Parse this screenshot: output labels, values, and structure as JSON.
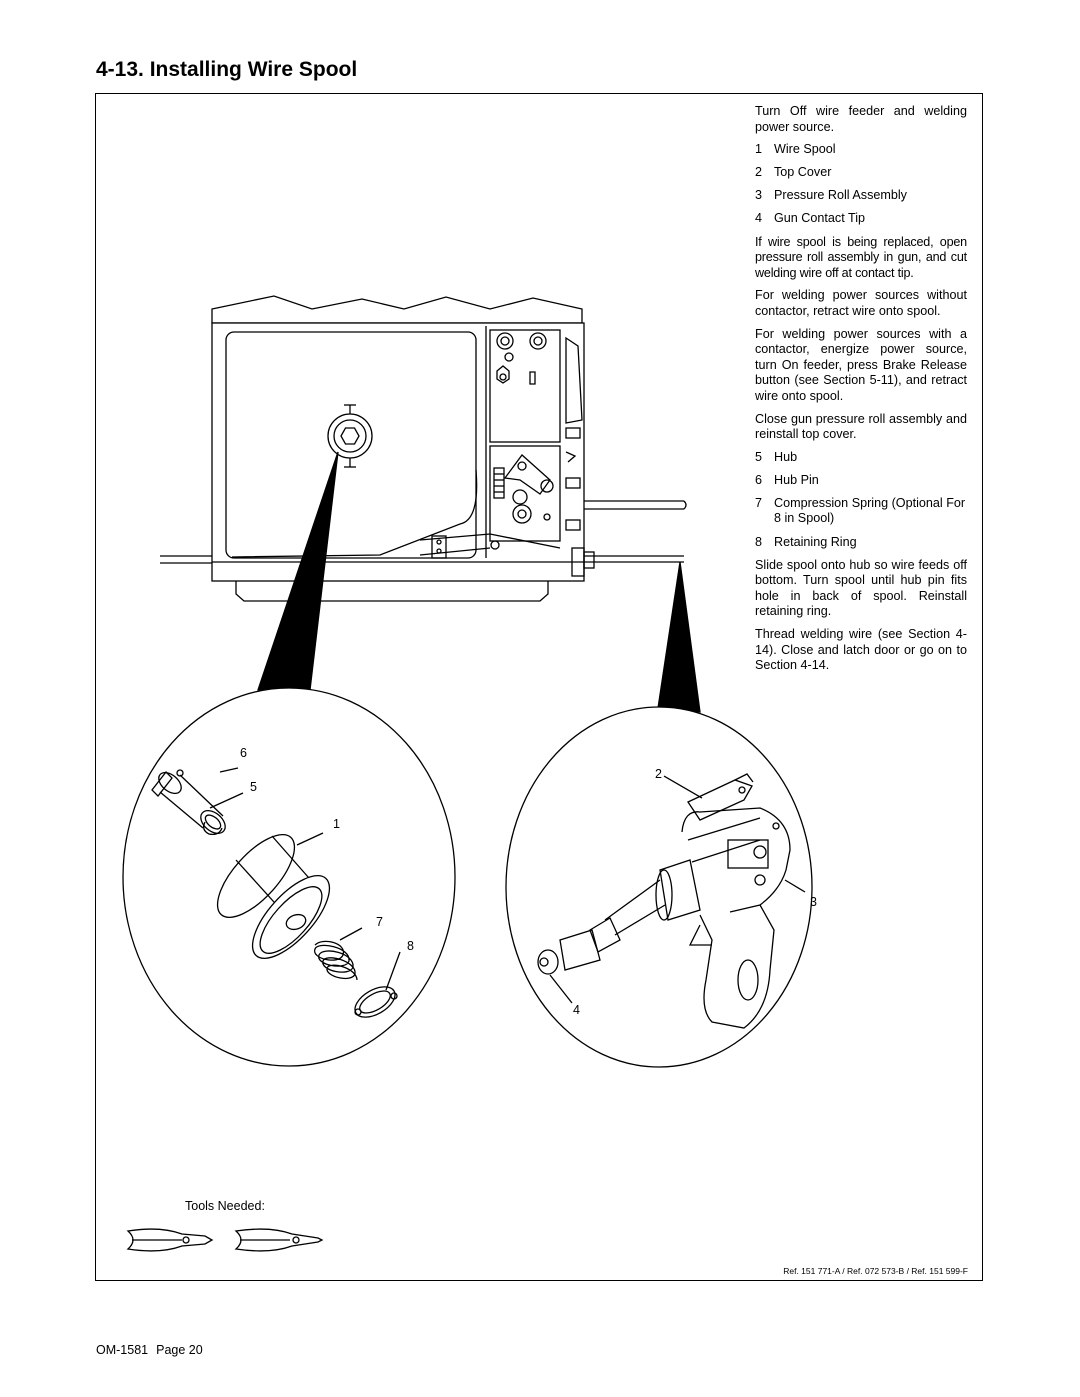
{
  "section": {
    "title": "4-13.  Installing Wire Spool"
  },
  "instructions": {
    "intro": "Turn Off wire feeder and welding power source.",
    "parts_a": [
      {
        "num": "1",
        "label": "Wire Spool"
      },
      {
        "num": "2",
        "label": "Top Cover"
      },
      {
        "num": "3",
        "label": "Pressure Roll Assembly"
      },
      {
        "num": "4",
        "label": "Gun Contact Tip"
      }
    ],
    "para1": "If wire spool is being replaced, open pressure roll assembly in gun, and cut welding wire off at contact tip.",
    "para2": "For welding power sources without contactor, retract wire onto spool.",
    "para3": "For welding power sources with a contactor, energize power source, turn On feeder, press Brake Release button (see Section 5-11), and retract wire onto spool.",
    "para4": "Close gun pressure roll assembly and reinstall top cover.",
    "parts_b": [
      {
        "num": "5",
        "label": "Hub"
      },
      {
        "num": "6",
        "label": "Hub Pin"
      },
      {
        "num": "7",
        "label": "Compression Spring (Optional For 8 in Spool)"
      },
      {
        "num": "8",
        "label": "Retaining Ring"
      }
    ],
    "para5": "Slide spool onto hub so wire feeds off bottom. Turn spool until hub pin fits hole in back of spool. Reinstall retaining ring.",
    "para6": "Thread welding wire (see Section 4-14). Close and latch door or go on to Section 4-14."
  },
  "callouts": {
    "c1": "1",
    "c2": "2",
    "c3": "3",
    "c4": "4",
    "c5": "5",
    "c6": "6",
    "c7": "7",
    "c8": "8"
  },
  "tools": {
    "label": "Tools Needed:",
    "items": [
      "diagonal-cutters-icon",
      "needle-nose-pliers-icon"
    ]
  },
  "reference": "Ref. 151 771-A / Ref. 072 573-B / Ref. 151 599-F",
  "footer": {
    "doc": "OM-1581",
    "page": "Page 20"
  }
}
